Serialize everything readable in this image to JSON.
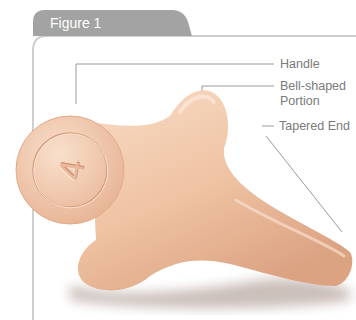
{
  "diagram": {
    "title": "Figure 1",
    "labels": [
      "Handle",
      "Bell-shaped Portion",
      "Tapered End",
      "4"
    ]
  }
}
